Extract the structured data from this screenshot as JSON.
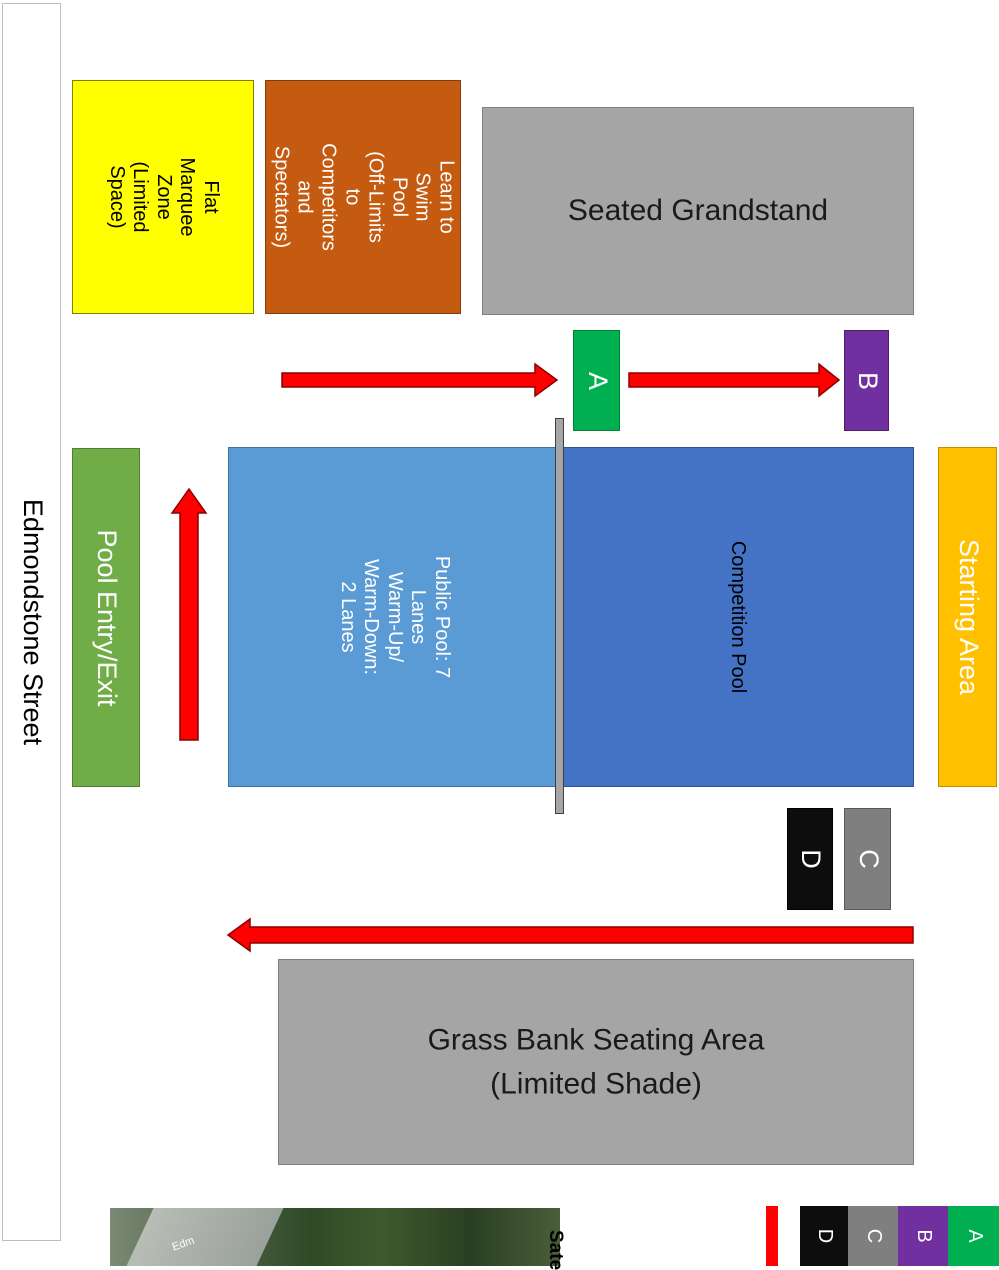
{
  "street": {
    "label": "Edmondstone Street"
  },
  "zones": {
    "flat_marquee": {
      "label": "Flat Marquee\nZone\n(Limited Space)",
      "color": "#ffff00"
    },
    "learn_to_swim": {
      "label": "Learn to Swim\nPool\n(Off-Limits to\nCompetitors and\nSpectators)",
      "color": "#c55a11"
    },
    "seated_grandstand": {
      "label": "Seated Grandstand",
      "color": "#a5a5a5"
    },
    "pool_entry_exit": {
      "label": "Pool Entry/Exit",
      "color": "#70ad47"
    },
    "public_pool": {
      "label": "Public Pool: 7 Lanes\nWarm-Up/\nWarm-Down:\n2 Lanes",
      "color": "#5b9bd5"
    },
    "competition_pool": {
      "label": "Competition Pool",
      "color": "#4472c4"
    },
    "starting_area": {
      "label": "Starting Area",
      "color": "#ffc000"
    },
    "grass_bank": {
      "label": "Grass Bank Seating Area\n(Limited Shade)",
      "color": "#a5a5a5"
    }
  },
  "markers": {
    "a": {
      "label": "A",
      "color": "#00b050"
    },
    "b": {
      "label": "B",
      "color": "#7030a0"
    },
    "c": {
      "label": "C",
      "color": "#7f7f7f"
    },
    "d": {
      "label": "D",
      "color": "#0d0d0d"
    }
  },
  "legend": {
    "items": [
      {
        "label": "A",
        "color": "#00b050"
      },
      {
        "label": "B",
        "color": "#7030a0"
      },
      {
        "label": "C",
        "color": "#7f7f7f"
      },
      {
        "label": "D",
        "color": "#0d0d0d"
      }
    ],
    "arrow_color": "#ff0000"
  },
  "satellite": {
    "label": "Sate",
    "street_fragment": "Edm"
  }
}
